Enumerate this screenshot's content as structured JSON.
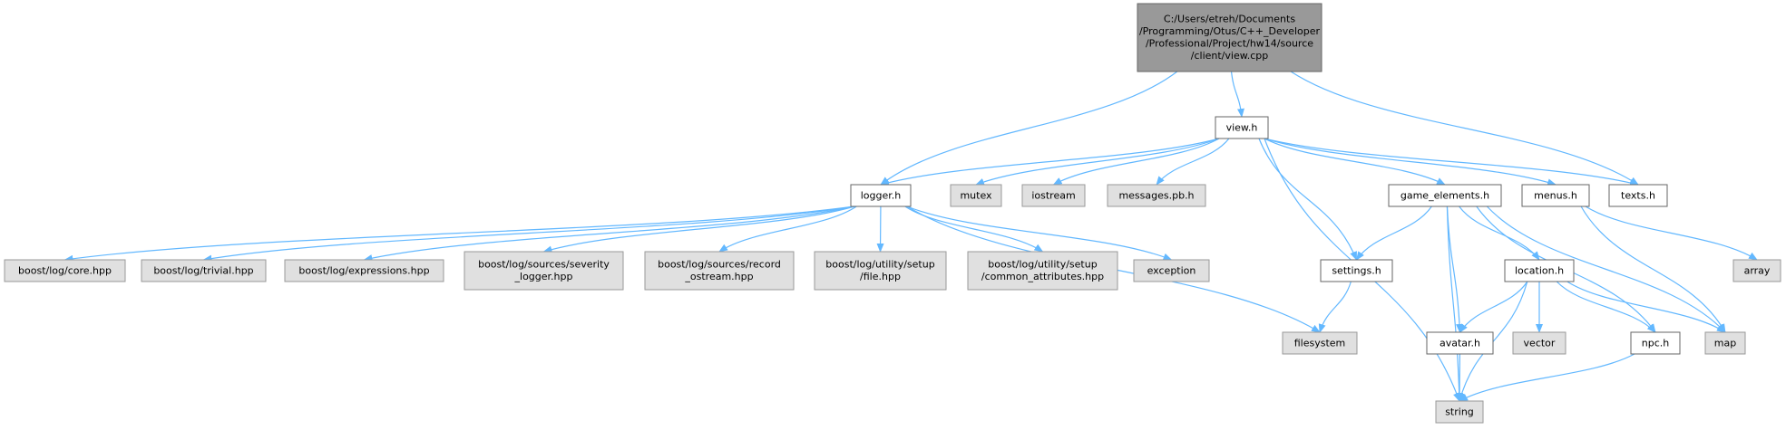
{
  "colors": {
    "edge": "#63b8ff",
    "root_fill": "#999999",
    "local_fill": "#ffffff",
    "external_fill": "#e0e0e0",
    "border_dark": "#666666",
    "border_light": "#999999"
  },
  "nodes": [
    {
      "id": "view_cpp",
      "kind": "root",
      "lines": [
        "C:/Users/etreh/Documents",
        "/Programming/Otus/C++_Developer",
        "/Professional/Project/hw14/source",
        "/client/view.cpp"
      ]
    },
    {
      "id": "view_h",
      "kind": "local",
      "lines": [
        "view.h"
      ]
    },
    {
      "id": "logger_h",
      "kind": "local",
      "lines": [
        "logger.h"
      ]
    },
    {
      "id": "texts_h",
      "kind": "local",
      "lines": [
        "texts.h"
      ]
    },
    {
      "id": "mutex",
      "kind": "external",
      "lines": [
        "mutex"
      ]
    },
    {
      "id": "iostream",
      "kind": "external",
      "lines": [
        "iostream"
      ]
    },
    {
      "id": "messages_pb_h",
      "kind": "external",
      "lines": [
        "messages.pb.h"
      ]
    },
    {
      "id": "game_elements_h",
      "kind": "local",
      "lines": [
        "game_elements.h"
      ]
    },
    {
      "id": "menus_h",
      "kind": "local",
      "lines": [
        "menus.h"
      ]
    },
    {
      "id": "settings_h",
      "kind": "local",
      "lines": [
        "settings.h"
      ]
    },
    {
      "id": "string",
      "kind": "external",
      "lines": [
        "string"
      ]
    },
    {
      "id": "boost_log_core",
      "kind": "external",
      "lines": [
        "boost/log/core.hpp"
      ]
    },
    {
      "id": "boost_log_trivial",
      "kind": "external",
      "lines": [
        "boost/log/trivial.hpp"
      ]
    },
    {
      "id": "boost_log_expressions",
      "kind": "external",
      "lines": [
        "boost/log/expressions.hpp"
      ]
    },
    {
      "id": "boost_severity_logger",
      "kind": "external",
      "lines": [
        "boost/log/sources/severity",
        "_logger.hpp"
      ]
    },
    {
      "id": "boost_record_ostream",
      "kind": "external",
      "lines": [
        "boost/log/sources/record",
        "_ostream.hpp"
      ]
    },
    {
      "id": "boost_setup_file",
      "kind": "external",
      "lines": [
        "boost/log/utility/setup",
        "/file.hpp"
      ]
    },
    {
      "id": "boost_setup_common",
      "kind": "external",
      "lines": [
        "boost/log/utility/setup",
        "/common_attributes.hpp"
      ]
    },
    {
      "id": "exception",
      "kind": "external",
      "lines": [
        "exception"
      ]
    },
    {
      "id": "filesystem",
      "kind": "external",
      "lines": [
        "filesystem"
      ]
    },
    {
      "id": "location_h",
      "kind": "local",
      "lines": [
        "location.h"
      ]
    },
    {
      "id": "avatar_h",
      "kind": "local",
      "lines": [
        "avatar.h"
      ]
    },
    {
      "id": "npc_h",
      "kind": "local",
      "lines": [
        "npc.h"
      ]
    },
    {
      "id": "map",
      "kind": "external",
      "lines": [
        "map"
      ]
    },
    {
      "id": "vector",
      "kind": "external",
      "lines": [
        "vector"
      ]
    },
    {
      "id": "array",
      "kind": "external",
      "lines": [
        "array"
      ]
    }
  ],
  "edges": [
    [
      "view_cpp",
      "view_h"
    ],
    [
      "view_cpp",
      "logger_h"
    ],
    [
      "view_cpp",
      "texts_h"
    ],
    [
      "view_h",
      "logger_h"
    ],
    [
      "view_h",
      "mutex"
    ],
    [
      "view_h",
      "iostream"
    ],
    [
      "view_h",
      "messages_pb_h"
    ],
    [
      "view_h",
      "game_elements_h"
    ],
    [
      "view_h",
      "menus_h"
    ],
    [
      "view_h",
      "texts_h"
    ],
    [
      "view_h",
      "settings_h"
    ],
    [
      "view_h",
      "string"
    ],
    [
      "logger_h",
      "boost_log_core"
    ],
    [
      "logger_h",
      "boost_log_trivial"
    ],
    [
      "logger_h",
      "boost_log_expressions"
    ],
    [
      "logger_h",
      "boost_severity_logger"
    ],
    [
      "logger_h",
      "boost_record_ostream"
    ],
    [
      "logger_h",
      "boost_setup_file"
    ],
    [
      "logger_h",
      "boost_setup_common"
    ],
    [
      "logger_h",
      "exception"
    ],
    [
      "logger_h",
      "filesystem"
    ],
    [
      "game_elements_h",
      "settings_h"
    ],
    [
      "game_elements_h",
      "string"
    ],
    [
      "game_elements_h",
      "avatar_h"
    ],
    [
      "game_elements_h",
      "location_h"
    ],
    [
      "game_elements_h",
      "npc_h"
    ],
    [
      "game_elements_h",
      "map"
    ],
    [
      "menus_h",
      "array"
    ],
    [
      "menus_h",
      "map"
    ],
    [
      "settings_h",
      "filesystem"
    ],
    [
      "location_h",
      "avatar_h"
    ],
    [
      "location_h",
      "vector"
    ],
    [
      "location_h",
      "npc_h"
    ],
    [
      "location_h",
      "map"
    ],
    [
      "location_h",
      "string"
    ],
    [
      "avatar_h",
      "string"
    ],
    [
      "npc_h",
      "string"
    ]
  ]
}
